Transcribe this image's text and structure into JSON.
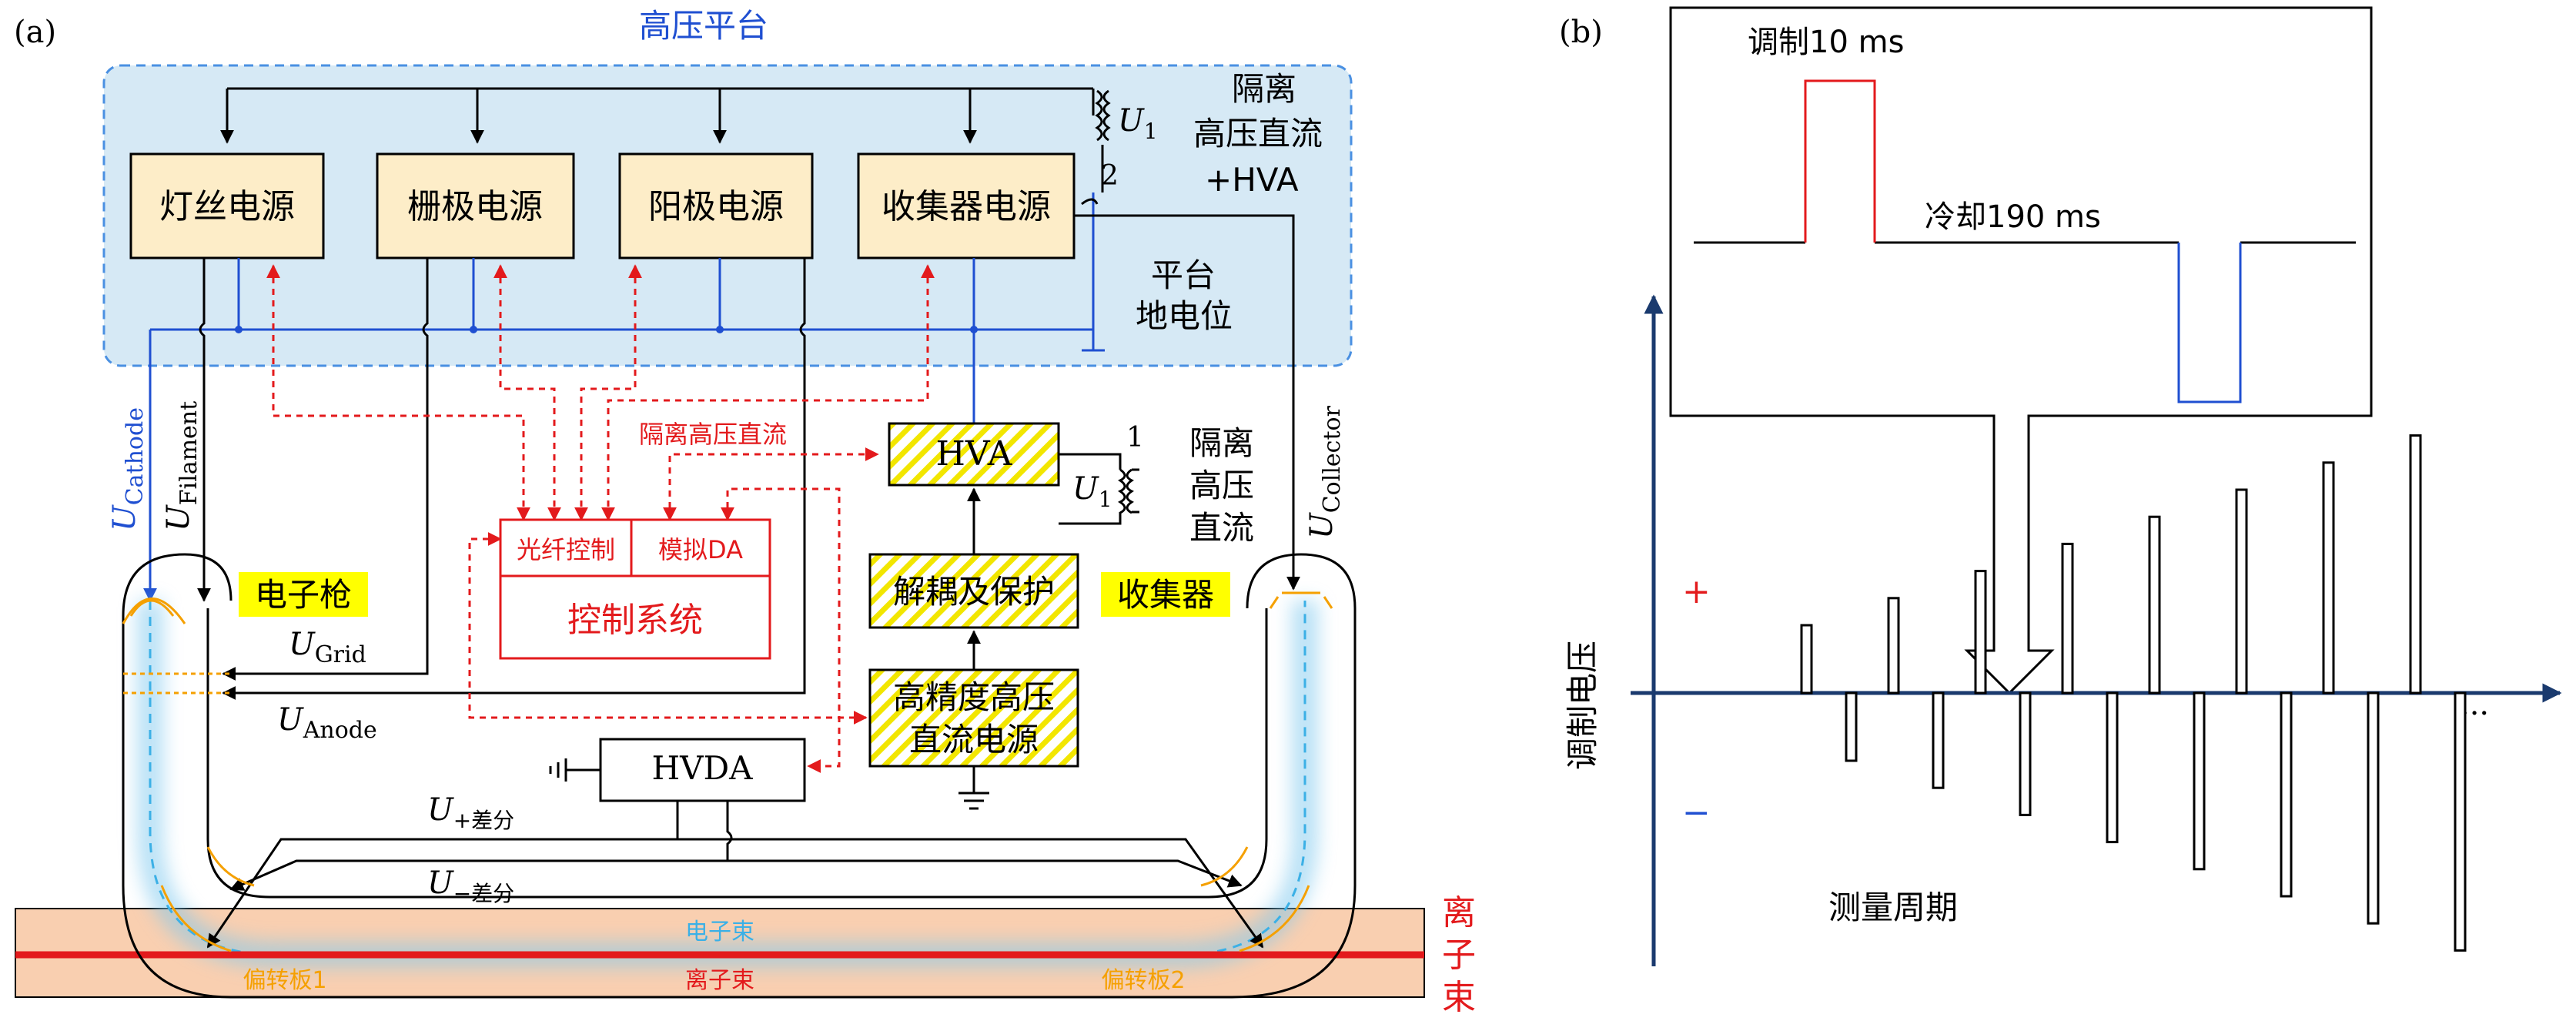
{
  "panel_a": {
    "label": "(a)",
    "platform_title": "高压平台",
    "power_supplies": [
      "灯丝电源",
      "栅极电源",
      "阳极电源",
      "收集器电源"
    ],
    "isolation_top": [
      "隔离",
      "高压直流",
      "+HVA"
    ],
    "transformer_top": {
      "symbol": "U",
      "subscript": "1",
      "number": "2"
    },
    "platform_ground": [
      "平台",
      "地电位"
    ],
    "voltages": {
      "cathode": {
        "main": "U",
        "sub": "Cathode"
      },
      "filament": {
        "main": "U",
        "sub": "Filament"
      },
      "grid": {
        "main": "U",
        "sub": "Grid"
      },
      "anode": {
        "main": "U",
        "sub": "Anode"
      },
      "collector": {
        "main": "U",
        "sub": "Collector"
      },
      "diff_plus": {
        "main": "U",
        "sub": "+差分"
      },
      "diff_minus": {
        "main": "U",
        "sub": "−差分"
      }
    },
    "electron_gun": "电子枪",
    "collector": "收集器",
    "control": {
      "fiber": "光纤控制",
      "analog": "模拟DA",
      "system": "控制系统"
    },
    "isolated_hv_label": "隔离高压直流",
    "hva": "HVA",
    "transformer_mid": {
      "symbol": "U",
      "subscript": "1",
      "number": "1"
    },
    "isolation_mid": [
      "隔离",
      "高压",
      "直流"
    ],
    "decouple": "解耦及保护",
    "hv_source": [
      "高精度高压",
      "直流电源"
    ],
    "hvda": "HVDA",
    "electron_beam": "电子束",
    "ion_beam": "离子束",
    "deflector_1": "偏转板1",
    "deflector_2": "偏转板2",
    "ion_beam_side": [
      "离",
      "子",
      "束"
    ]
  },
  "panel_b": {
    "label": "(b)",
    "modulation": "调制10 ms",
    "cooling": "冷却190 ms",
    "y_axis_label": "调制电压",
    "plus": "+",
    "minus": "−",
    "x_label": "测量周期",
    "ellipsis": "···"
  },
  "chart_data": {
    "type": "bar",
    "title": "",
    "xlabel": "测量周期",
    "ylabel": "调制电压",
    "series": [
      {
        "values": [
          0.2,
          0.28,
          0.36,
          0.44,
          0.52,
          0.6,
          0.68,
          0.76
        ]
      },
      {
        "values": [
          -0.2,
          -0.28,
          -0.36,
          -0.44,
          -0.52,
          -0.6,
          -0.68,
          -0.76
        ]
      }
    ]
  },
  "colors": {
    "platform_bg": "#d6e9f5",
    "platform_border": "#4a90e2",
    "box_fill": "#fdedc8",
    "red": "#e31a1c",
    "blue": "#1f4fd1",
    "axis": "#1a3a6e",
    "yellow": "#ffff00",
    "beam_bg": "#f9cfb0",
    "orange": "#f5a000",
    "cyan": "#3bb0e6"
  }
}
